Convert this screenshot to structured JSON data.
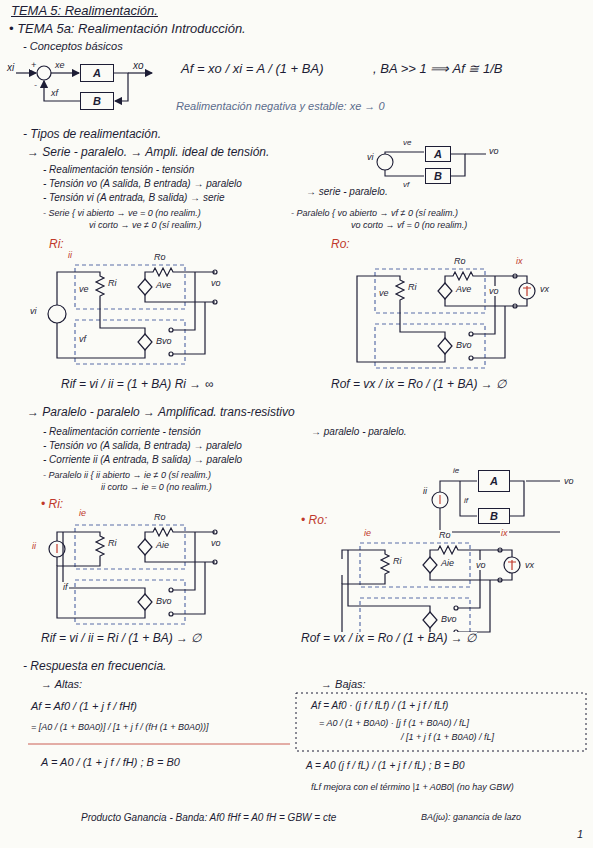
{
  "diagram": {
    "title": "TEMA 5: Realimentación.",
    "nodes": [
      {
        "text": [
          "A"
        ]
      },
      {
        "text": [
          "B"
        ]
      },
      {
        "text": [
          "A"
        ]
      },
      {
        "text": [
          "B"
        ]
      },
      {
        "text": [
          "A"
        ]
      },
      {
        "text": [
          "B"
        ]
      }
    ],
    "edges": [
      {
        "from": 0,
        "to": 1,
        "arrow": "to"
      },
      {
        "from": 2,
        "to": 3,
        "arrow": "none"
      },
      {
        "from": 4,
        "to": 5,
        "arrow": "none"
      }
    ],
    "labels": [
      "• TEMA 5a: Realimentación Introducción.",
      "- Conceptos básicos",
      "xi",
      "+",
      "xe",
      "-",
      "xf",
      "xo",
      "Af = xo / xi = A / (1 + BA)",
      ",  BA >> 1 ⟹ Af ≅ 1/B",
      "Realimentación negativa y estable: xe → 0",
      "- Tipos de realimentación.",
      "→ Serie - paralelo. → Ampli. ideal de tensión.",
      "- Realimentación tensión - tensión",
      "- Tensión vo (A salida, B entrada) → paralelo",
      "- Tensión vi (A entrada, B salida) → serie",
      "→ serie - paralelo.",
      "- Serie { vi abierto → ve = 0 (no realim.)",
      "vi corto → ve ≠ 0 (sí realim.)",
      "- Paralelo { vo abierto → vf ≠ 0 (sí realim.)",
      "vo corto → vf = 0 (no realim.)",
      "vi",
      "ve",
      "vf",
      "vo",
      "Ri:",
      "ii",
      "vi",
      "ve",
      "Ri",
      "Ro",
      "Ave",
      "vo",
      "vf",
      "Bvo",
      "Ro:",
      "ve",
      "Ri",
      "Ro",
      "Ave",
      "vo",
      "ix",
      "vx",
      "Bvo",
      "Rif = vi / ii = (1 + BA) Ri → ∞",
      "Rof = vx / ix = Ro / (1 + BA) → ∅",
      "→ Paralelo - paralelo → Amplificad. trans-resistivo",
      "- Realimentación corriente - tensión",
      "- Tensión vo (A salida, B entrada) → paralelo",
      "- Corriente ii (A entrada, B salida) → paralelo",
      "→ paralelo - paralelo.",
      "- Paralelo ii { ii abierto → ie ≠ 0 (sí realim.)",
      "ii corto → ie = 0 (no realim.)",
      "ii",
      "ie",
      "if",
      "vo",
      "• Ri:",
      "ii",
      "ie",
      "if",
      "Ri",
      "Ro",
      "Aie",
      "vo",
      "Bvo",
      "• Ro:",
      "ie",
      "Ri",
      "Ro",
      "Aie",
      "vo",
      "ix",
      "vx",
      "Bvo",
      "Rif = vi / ii = Ri / (1 + BA) → ∅",
      "Rof = vx / ix = Ro / (1 + BA) → ∅",
      "- Respuesta en frecuencia.",
      "→ Altas:",
      "→ Bajas:",
      "Af = Af0 / (1 + j f / fHf)",
      "= [A0 / (1 + B0A0)] / [1 + j f / (fH (1 + B0A0))]",
      "A = A0 / (1 + j f / fH) ; B = B0",
      "Af = Af0 · (j f / fLf) / (1 + j f / fLf)",
      "= A0 / (1 + B0A0) · [j f (1 + B0A0) / fL]",
      "/ [1 + j f (1 + B0A0) / fL]",
      "A = A0 (j f / fL) / (1 + j f / fL) ; B = B0",
      "fLf mejora con el término |1 + A0B0| (no hay GBW)",
      "Producto Ganancia - Banda: Af0 fHf = A0 fH = GBW = cte",
      "BA(jω): ganancia de lazo",
      "1"
    ]
  }
}
